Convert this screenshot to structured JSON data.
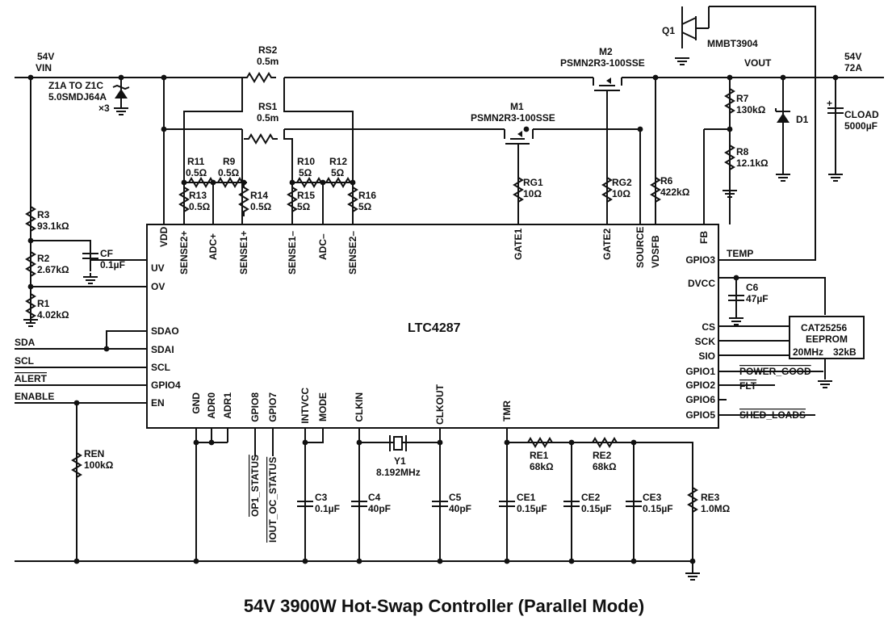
{
  "title": "54V 3900W Hot-Swap Controller (Parallel Mode)",
  "ic": {
    "name": "LTC4287",
    "pins_top": [
      "VDD",
      "SENSE2+",
      "ADC+",
      "SENSE1+",
      "SENSE1–",
      "ADC–",
      "SENSE2–",
      "GATE1",
      "GATE2",
      "SOURCE",
      "VDSFB",
      "FB"
    ],
    "pins_left": [
      "UV",
      "OV",
      "SDAO",
      "SDAI",
      "SCL",
      "GPIO4",
      "EN"
    ],
    "pins_right": [
      "GPIO3",
      "DVCC",
      "CS",
      "SCK",
      "SIO",
      "GPIO1",
      "GPIO2",
      "GPIO6",
      "GPIO5"
    ],
    "pins_bottom": [
      "GND",
      "ADR0",
      "ADR1",
      "GPIO8",
      "GPIO7",
      "INTVCC",
      "MODE",
      "CLKIN",
      "CLKOUT",
      "TMR"
    ]
  },
  "nets": {
    "vin_top": "54V",
    "vin_label": "VIN",
    "vout_label": "VOUT",
    "vout_volts": "54V",
    "vout_amps": "72A",
    "sda": "SDA",
    "scl": "SCL",
    "alert": "ALERT",
    "enable": "ENABLE",
    "temp": "TEMP",
    "power_good": "POWER_GOOD",
    "flt": "FLT",
    "shed_loads": "SHED_LOADS",
    "op1_status": "OP1_STATUS",
    "iout_oc_status": "IOUT_OC_STATUS"
  },
  "parts": {
    "z1": {
      "ref": "Z1A TO Z1C",
      "part": "5.0SMDJ64A",
      "qty": "×3"
    },
    "rs2": {
      "ref": "RS2",
      "value": "0.5m"
    },
    "rs1": {
      "ref": "RS1",
      "value": "0.5m"
    },
    "m1": {
      "ref": "M1",
      "part": "PSMN2R3-100SSE"
    },
    "m2": {
      "ref": "M2",
      "part": "PSMN2R3-100SSE"
    },
    "q1": {
      "ref": "Q1",
      "part": "MMBT3904"
    },
    "r11": {
      "ref": "R11",
      "value": "0.5Ω"
    },
    "r9": {
      "ref": "R9",
      "value": "0.5Ω"
    },
    "r10": {
      "ref": "R10",
      "value": "5Ω"
    },
    "r12": {
      "ref": "R12",
      "value": "5Ω"
    },
    "r13": {
      "ref": "R13",
      "value": "0.5Ω"
    },
    "r14": {
      "ref": "R14",
      "value": "0.5Ω"
    },
    "r15": {
      "ref": "R15",
      "value": "5Ω"
    },
    "r16": {
      "ref": "R16",
      "value": "5Ω"
    },
    "rg1": {
      "ref": "RG1",
      "value": "10Ω"
    },
    "rg2": {
      "ref": "RG2",
      "value": "10Ω"
    },
    "r6": {
      "ref": "R6",
      "value": "422kΩ"
    },
    "r7": {
      "ref": "R7",
      "value": "130kΩ"
    },
    "r8": {
      "ref": "R8",
      "value": "12.1kΩ"
    },
    "d1": {
      "ref": "D1"
    },
    "cload": {
      "ref": "CLOAD",
      "value": "5000µF"
    },
    "r3": {
      "ref": "R3",
      "value": "93.1kΩ"
    },
    "r2": {
      "ref": "R2",
      "value": "2.67kΩ"
    },
    "r1": {
      "ref": "R1",
      "value": "4.02kΩ"
    },
    "cf": {
      "ref": "CF",
      "value": "0.1µF"
    },
    "c6": {
      "ref": "C6",
      "value": "47µF"
    },
    "eeprom": {
      "name": "CAT25256",
      "type": "EEPROM",
      "speed": "20MHz",
      "size": "32kB"
    },
    "ren": {
      "ref": "REN",
      "value": "100kΩ"
    },
    "c3": {
      "ref": "C3",
      "value": "0.1µF"
    },
    "c4": {
      "ref": "C4",
      "value": "40pF"
    },
    "y1": {
      "ref": "Y1",
      "value": "8.192MHz"
    },
    "c5": {
      "ref": "C5",
      "value": "40pF"
    },
    "ce1": {
      "ref": "CE1",
      "value": "0.15µF"
    },
    "re1": {
      "ref": "RE1",
      "value": "68kΩ"
    },
    "ce2": {
      "ref": "CE2",
      "value": "0.15µF"
    },
    "re2": {
      "ref": "RE2",
      "value": "68kΩ"
    },
    "ce3": {
      "ref": "CE3",
      "value": "0.15µF"
    },
    "re3": {
      "ref": "RE3",
      "value": "1.0MΩ"
    }
  }
}
